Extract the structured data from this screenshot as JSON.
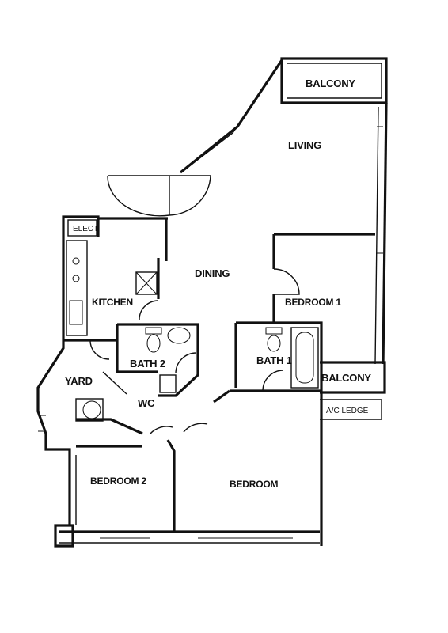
{
  "floor_plan": {
    "rooms": {
      "balcony_top": "BALCONY",
      "living": "LIVING",
      "dining": "DINING",
      "elect": "ELECT",
      "kitchen": "KITCHEN",
      "bedroom_1": "BEDROOM 1",
      "bath_2": "BATH 2",
      "bath_1": "BATH 1",
      "balcony_right": "BALCONY",
      "ac_ledge": "A/C LEDGE",
      "yard": "YARD",
      "wc": "WC",
      "bedroom_2": "BEDROOM 2",
      "bedroom": "BEDROOM"
    }
  }
}
